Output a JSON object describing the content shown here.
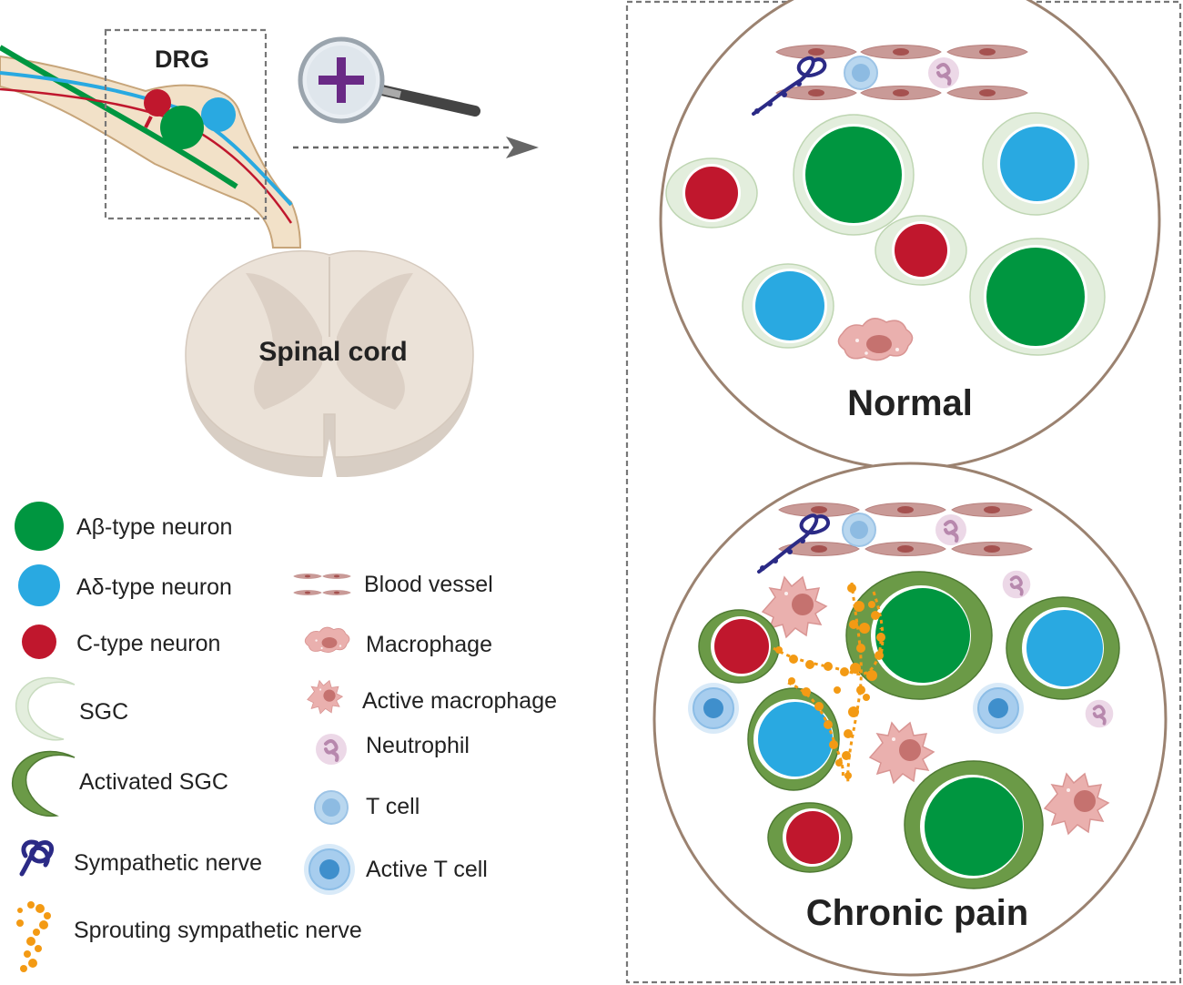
{
  "overview": {
    "drg_label": "DRG",
    "spinal_cord_label": "Spinal cord"
  },
  "panels": {
    "normal_title": "Normal",
    "chronic_title": "Chronic pain"
  },
  "legend": {
    "left": [
      {
        "icon": "ab-neuron-icon",
        "label": "Aβ-type neuron"
      },
      {
        "icon": "ad-neuron-icon",
        "label": "Aδ-type neuron"
      },
      {
        "icon": "c-neuron-icon",
        "label": "C-type neuron"
      },
      {
        "icon": "sgc-icon",
        "label": "SGC"
      },
      {
        "icon": "activated-sgc-icon",
        "label": "Activated SGC"
      },
      {
        "icon": "sympathetic-nerve-icon",
        "label": "Sympathetic nerve"
      },
      {
        "icon": "sprouting-nerve-icon",
        "label": "Sprouting sympathetic nerve"
      }
    ],
    "right": [
      {
        "icon": "blood-vessel-icon",
        "label": "Blood vessel"
      },
      {
        "icon": "macrophage-icon",
        "label": "Macrophage"
      },
      {
        "icon": "active-macrophage-icon",
        "label": "Active macrophage"
      },
      {
        "icon": "neutrophil-icon",
        "label": "Neutrophil"
      },
      {
        "icon": "t-cell-icon",
        "label": "T cell"
      },
      {
        "icon": "active-t-cell-icon",
        "label": "Active T cell"
      }
    ]
  },
  "colors": {
    "ab_neuron": "#009640",
    "ad_neuron": "#29a9e1",
    "c_neuron": "#c0172d",
    "sgc": "#e3eedd",
    "activated_sgc": "#6b9a47",
    "sympathetic": "#2b2a86",
    "sprouting": "#f39a14",
    "macrophage": "#eab0ae",
    "spinal_cord": "#ebe2d8",
    "drg_label": "#a98a7a",
    "spinal_label": "#6b3e12",
    "panel_border": "#9b8270"
  }
}
